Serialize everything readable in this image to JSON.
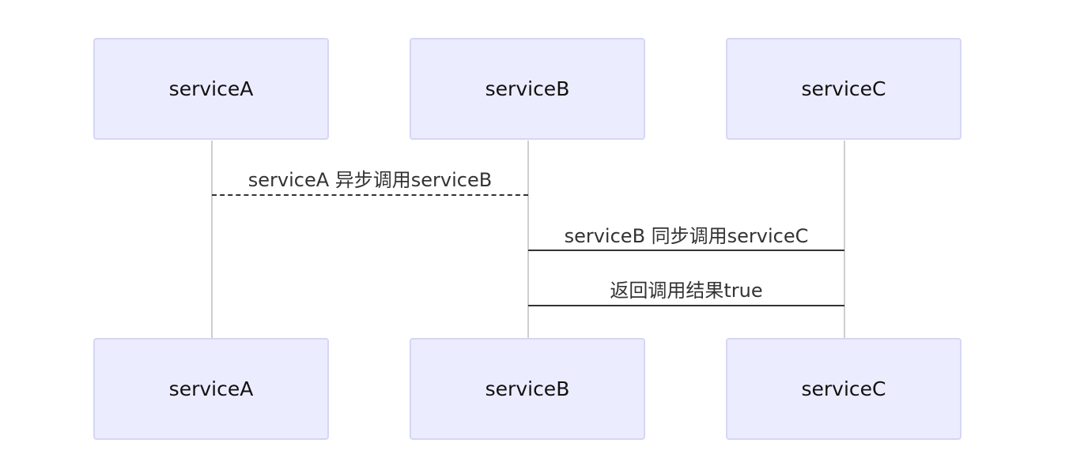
{
  "participants_top": [
    {
      "id": "serviceA",
      "label": "serviceA"
    },
    {
      "id": "serviceB",
      "label": "serviceB"
    },
    {
      "id": "serviceC",
      "label": "serviceC"
    }
  ],
  "participants_bottom": [
    {
      "id": "serviceA",
      "label": "serviceA"
    },
    {
      "id": "serviceB",
      "label": "serviceB"
    },
    {
      "id": "serviceC",
      "label": "serviceC"
    }
  ],
  "messages": [
    {
      "from": "serviceA",
      "to": "serviceB",
      "style": "dashed",
      "label": "serviceA 异步调用serviceB"
    },
    {
      "from": "serviceB",
      "to": "serviceC",
      "style": "solid",
      "label": "serviceB 同步调用serviceC"
    },
    {
      "from": "serviceC",
      "to": "serviceB",
      "style": "solid",
      "label": "返回调用结果true"
    }
  ],
  "colors": {
    "box_fill": "#ececff",
    "box_border": "#d6d6f5",
    "lifeline": "#cfcfcf",
    "message_line": "#333333"
  }
}
